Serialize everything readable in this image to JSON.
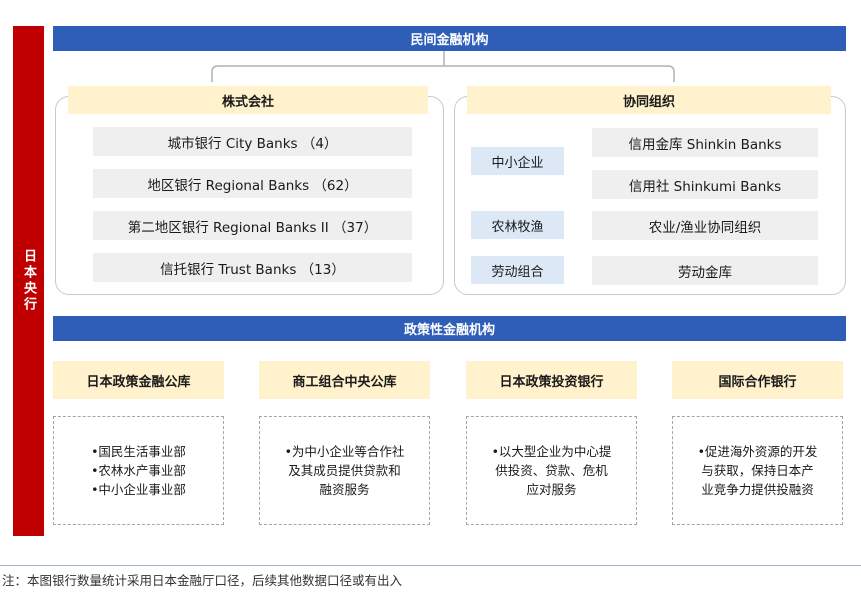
{
  "central_bank": "日本央行",
  "private": {
    "header": "民间金融机构",
    "kabushiki": {
      "title": "株式会社",
      "items": [
        "城市银行 City Banks （4）",
        "地区银行 Regional Banks （62）",
        "第二地区银行 Regional Banks II （37）",
        "信托银行 Trust Banks （13）"
      ]
    },
    "cooperative": {
      "title": "协同组织",
      "sme": "中小企业",
      "shinkin": "信用金库 Shinkin Banks",
      "shinkumi": "信用社 Shinkumi Banks",
      "agri": "农林牧渔",
      "agri_coop": "农业/渔业协同组织",
      "labor": "劳动组合",
      "labor_bank": "劳动金库"
    }
  },
  "policy": {
    "header": "政策性金融机构",
    "institutions": [
      {
        "name": "日本政策金融公库",
        "lines": [
          "•国民生活事业部",
          "•农林水产事业部",
          "•中小企业事业部"
        ]
      },
      {
        "name": "商工组合中央公库",
        "lines": [
          "•为中小企业等合作社",
          "及其成员提供贷款和",
          "融资服务"
        ]
      },
      {
        "name": "日本政策投资银行",
        "lines": [
          "•以大型企业为中心提",
          "供投资、贷款、危机",
          "应对服务"
        ]
      },
      {
        "name": "国际合作银行",
        "lines": [
          "•促进海外资源的开发",
          "与获取，保持日本产",
          "业竞争力提供投融资"
        ]
      }
    ]
  },
  "footnote": "注：本图银行数量统计采用日本金融厅口径，后续其他数据口径或有出入",
  "colors": {
    "red": "#c00000",
    "blue": "#2f5eb9",
    "cream": "#fff2cc",
    "gray": "#efefef",
    "lightblue": "#dce8f5",
    "connector": "#5b8bd0"
  }
}
